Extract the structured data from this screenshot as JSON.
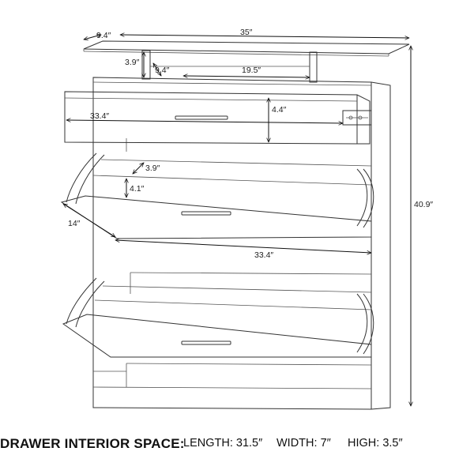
{
  "dimensions": {
    "top_depth": "9.4″",
    "top_width": "35″",
    "shelf_height": "3.9″",
    "shelf_depth": "9.4″",
    "shelf_width": "19.5″",
    "drawer_width": "33.4″",
    "drawer_height": "4.4″",
    "flap_depth": "3.9″",
    "flap_height": "4.1″",
    "flap_open_depth": "14″",
    "flap_width": "33.4″",
    "total_height": "40.9″"
  },
  "caption": {
    "title": "DRAWER INTERIOR SPACE:",
    "length_label": "LENGTH:",
    "length_value": "31.5″",
    "width_label": "WIDTH:",
    "width_value": "7″",
    "high_label": "HIGH:",
    "high_value": "3.5″"
  }
}
